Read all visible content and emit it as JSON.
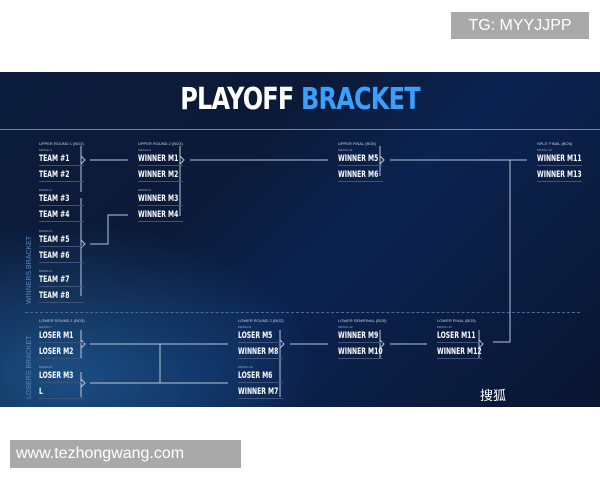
{
  "watermarks": {
    "top": "TG: MYYJJPP",
    "bottom": "www.tezhongwang.com",
    "logo": "搜狐"
  },
  "title": {
    "part1": "PLAYOFF",
    "part2": "BRACKET"
  },
  "colors": {
    "accent": "#3aa0ff",
    "background": "#0b1a38"
  },
  "upper": {
    "side_label": "WINNERS BRACKET",
    "round1": {
      "label": "UPPER ROUND 1 (BO3)",
      "matches": [
        "MATCH 1",
        "MATCH 2",
        "MATCH 3",
        "MATCH 4"
      ],
      "entries": [
        "TEAM #1",
        "TEAM #2",
        "TEAM #3",
        "TEAM #4",
        "TEAM #5",
        "TEAM #6",
        "TEAM #7",
        "TEAM #8"
      ]
    },
    "round2": {
      "label": "UPPER ROUND 2 (BO3)",
      "matches": [
        "MATCH 5",
        "MATCH 6"
      ],
      "entries": [
        "WINNER M1",
        "WINNER M2",
        "WINNER M3",
        "WINNER M4"
      ]
    },
    "final": {
      "label": "UPPER FINAL (BO5)",
      "matches": [
        "MATCH 11"
      ],
      "entries": [
        "WINNER M5",
        "WINNER M6"
      ]
    },
    "split_final": {
      "label": "SPLIT FINAL (BO5)",
      "matches": [
        "MATCH 14"
      ],
      "entries": [
        "WINNER M11",
        "WINNER M13"
      ]
    }
  },
  "lower": {
    "side_label": "LOSERS BRACKET",
    "round1": {
      "label": "LOWER ROUND 1 (BO3)",
      "matches": [
        "MATCH 7",
        "MATCH 8"
      ],
      "entries": [
        "LOSER M1",
        "LOSER M2",
        "LOSER M3",
        "L"
      ]
    },
    "round2": {
      "label": "LOWER ROUND 2 (BO3)",
      "matches": [
        "MATCH 9",
        "MATCH 10"
      ],
      "entries": [
        "LOSER M5",
        "WINNER M8",
        "LOSER M6",
        "WINNER M7"
      ]
    },
    "semifinal": {
      "label": "LOWER SEMIFINAL (BO5)",
      "matches": [
        "MATCH 12"
      ],
      "entries": [
        "WINNER M9",
        "WINNER M10"
      ]
    },
    "final": {
      "label": "LOWER FINAL (BO5)",
      "matches": [
        "MATCH 13"
      ],
      "entries": [
        "LOSER M11",
        "WINNER M12"
      ]
    }
  }
}
